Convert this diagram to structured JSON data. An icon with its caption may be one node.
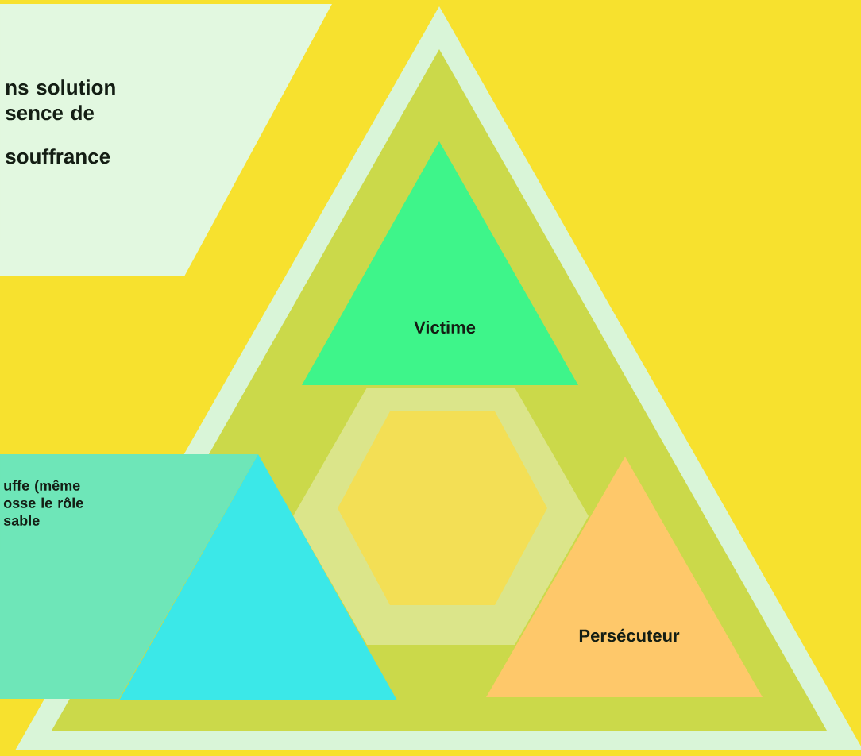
{
  "diagram": {
    "nodes": [
      {
        "text": [
          "ns solution sence de",
          "souffrance"
        ]
      },
      {
        "text": [],
        "shape": "triangle"
      },
      {
        "text": [
          "Victime"
        ],
        "in": 1
      },
      {
        "text": [],
        "shape": "hexagon",
        "in": 1
      },
      {
        "text": [
          "Persécuteur"
        ],
        "in": 1
      },
      {
        "text": [
          "uffe (même osse le rôle sable"
        ]
      },
      {
        "text": [],
        "shape": "triangle",
        "in": 1
      }
    ]
  }
}
